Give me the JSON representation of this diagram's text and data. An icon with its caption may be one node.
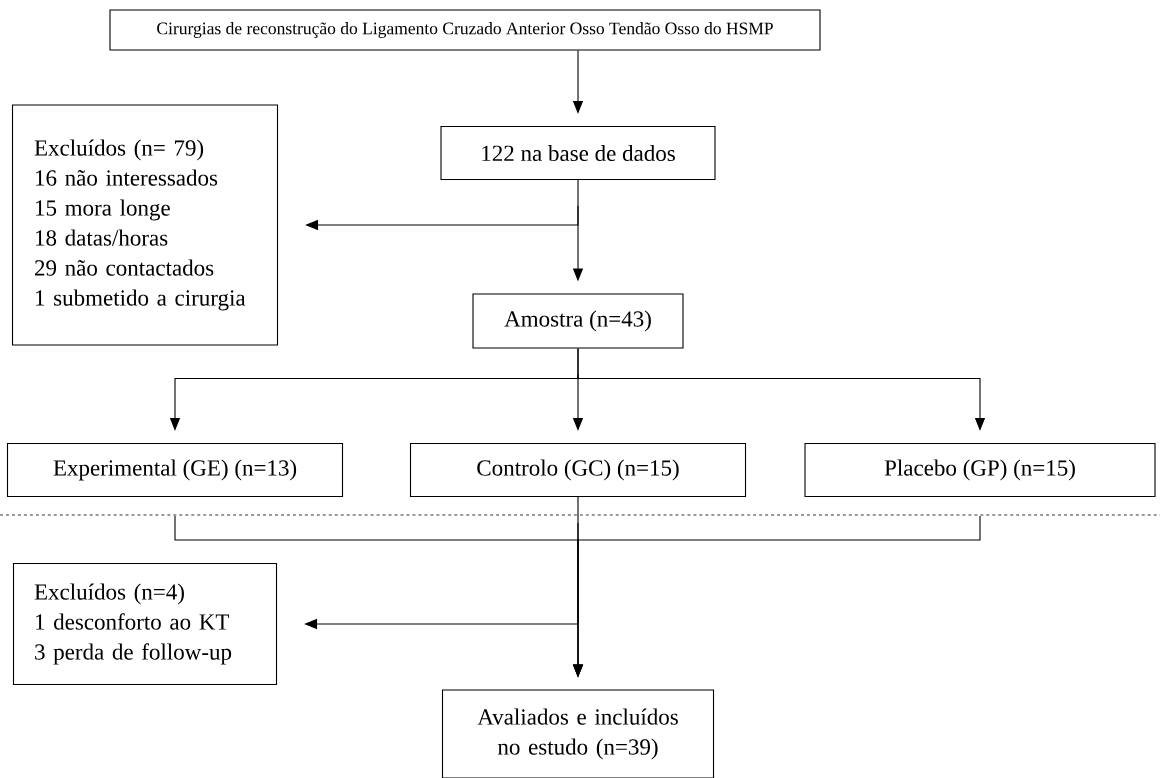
{
  "diagram": {
    "nodes": [
      {
        "text": [
          "Cirurgias de reconstrução do Ligamento Cruzado Anterior Osso Tendão Osso do HSMP"
        ]
      },
      {
        "text": [
          "122 na base de dados"
        ]
      },
      {
        "text": [
          "Excluídos (n= 79)",
          "16 não interessados",
          "15 mora longe",
          "18 datas/horas",
          "29 não contactados",
          "1 submetido a cirurgia"
        ]
      },
      {
        "text": [
          "Amostra (n=43)"
        ]
      },
      {
        "text": [
          "Experimental (GE) (n=13)"
        ]
      },
      {
        "text": [
          "Controlo (GC) (n=15)"
        ]
      },
      {
        "text": [
          "Placebo (GP) (n=15)"
        ]
      },
      {
        "text": [
          "Excluídos (n=4)",
          "1 desconforto ao KT",
          "3 perda de follow-up"
        ]
      },
      {
        "text": [
          "Avaliados e incluídos no estudo (n=39)"
        ]
      }
    ],
    "edges": [
      {
        "from": 0,
        "to": 1,
        "arrow": "to"
      },
      {
        "from": 1,
        "to": 2,
        "arrow": "to"
      },
      {
        "from": 1,
        "to": 3,
        "arrow": "to"
      },
      {
        "from": 3,
        "to": 4,
        "arrow": "to"
      },
      {
        "from": 3,
        "to": 5,
        "arrow": "to"
      },
      {
        "from": 3,
        "to": 6,
        "arrow": "to"
      },
      {
        "from": 4,
        "to": 8,
        "arrow": "to"
      },
      {
        "from": 5,
        "to": 8,
        "arrow": "to"
      },
      {
        "from": 6,
        "to": 8,
        "arrow": "to"
      },
      {
        "from": 5,
        "to": 7,
        "arrow": "to"
      }
    ]
  }
}
